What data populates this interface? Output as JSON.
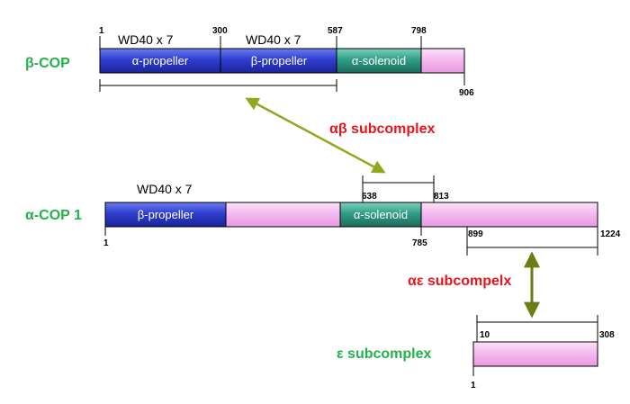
{
  "beta_cop": {
    "name": "β-COP",
    "repeat_label_1": "WD40 x 7",
    "repeat_label_2": "WD40 x 7",
    "domains": [
      "α-propeller",
      "β-propeller",
      "α-solenoid"
    ],
    "positions": [
      "1",
      "300",
      "587",
      "798",
      "906"
    ]
  },
  "alpha_cop": {
    "name": "α-COP 1",
    "repeat_label": "WD40 x 7",
    "domains": [
      "β-propeller",
      "α-solenoid"
    ],
    "positions": [
      "638",
      "813",
      "1",
      "785",
      "899",
      "1224"
    ]
  },
  "epsilon": {
    "name": "ε subcomplex",
    "positions": [
      "10",
      "308",
      "1"
    ]
  },
  "subcomplexes": {
    "ab": "αβ subcomplex",
    "ae": "αε subcompelx"
  },
  "colors": {
    "propeller_blue": "#2d3fc5",
    "solenoid_green": "#2f9e86",
    "pink": "#f6c2f2",
    "label_green": "#22b14c",
    "label_red": "#e8141b",
    "arrow_olive_light": "#8fa81e",
    "arrow_olive_dark": "#6b7d14"
  }
}
